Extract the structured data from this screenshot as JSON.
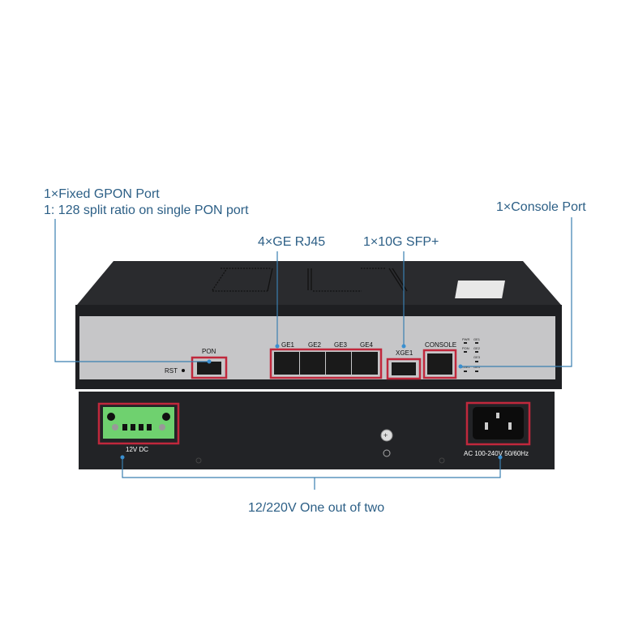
{
  "annotations": {
    "gpon_line1": "1×Fixed GPON Port",
    "gpon_line2": "1: 128 split ratio on single PON port",
    "ge": "4×GE RJ45",
    "sfp": "1×10G SFP+",
    "console": "1×Console Port",
    "power": "12/220V One out of two"
  },
  "front_panel": {
    "rst": "RST",
    "pon": "PON",
    "ge_ports": [
      "GE1",
      "GE2",
      "GE3",
      "GE4"
    ],
    "xge": "XGE1",
    "console": "CONSOLE",
    "leds": [
      "PWR",
      "GE1",
      "PON",
      "GE2",
      "GE3",
      "XGE1",
      "GE4"
    ]
  },
  "rear_panel": {
    "dc_label": "12V DC",
    "ac_label": "AC 100-240V 50/60Hz"
  },
  "colors": {
    "annotation": "#2c5f86",
    "highlight": "#c0283c",
    "terminal": "#6fd16f"
  }
}
